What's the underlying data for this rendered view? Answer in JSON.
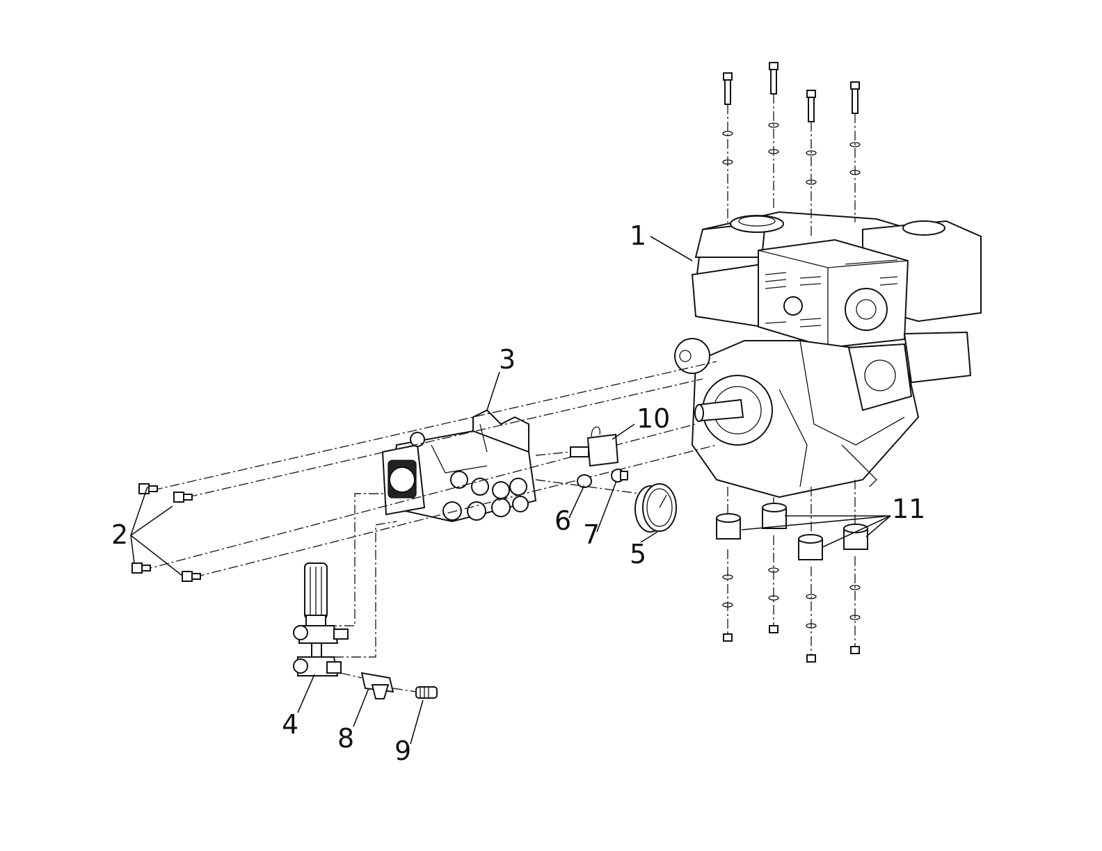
{
  "diagram": {
    "callouts": [
      {
        "id": "1",
        "label": "1"
      },
      {
        "id": "2",
        "label": "2"
      },
      {
        "id": "3",
        "label": "3"
      },
      {
        "id": "4",
        "label": "4"
      },
      {
        "id": "5",
        "label": "5"
      },
      {
        "id": "6",
        "label": "6"
      },
      {
        "id": "7",
        "label": "7"
      },
      {
        "id": "8",
        "label": "8"
      },
      {
        "id": "9",
        "label": "9"
      },
      {
        "id": "10",
        "label": "10"
      },
      {
        "id": "11",
        "label": "11"
      }
    ],
    "components": [
      {
        "callout": "1",
        "icon": "engine-icon"
      },
      {
        "callout": "2",
        "icon": "bolt-icon"
      },
      {
        "callout": "3",
        "icon": "pump-icon"
      },
      {
        "callout": "4",
        "icon": "unloader-valve-icon"
      },
      {
        "callout": "5",
        "icon": "pressure-gauge-icon"
      },
      {
        "callout": "6",
        "icon": "plug-icon"
      },
      {
        "callout": "7",
        "icon": "fitting-icon"
      },
      {
        "callout": "8",
        "icon": "filter-icon"
      },
      {
        "callout": "9",
        "icon": "connector-icon"
      },
      {
        "callout": "10",
        "icon": "thermal-relief-valve-icon"
      },
      {
        "callout": "11",
        "icon": "vibration-mount-icon"
      }
    ],
    "colors": {
      "line": "#111111",
      "background": "#ffffff"
    }
  }
}
